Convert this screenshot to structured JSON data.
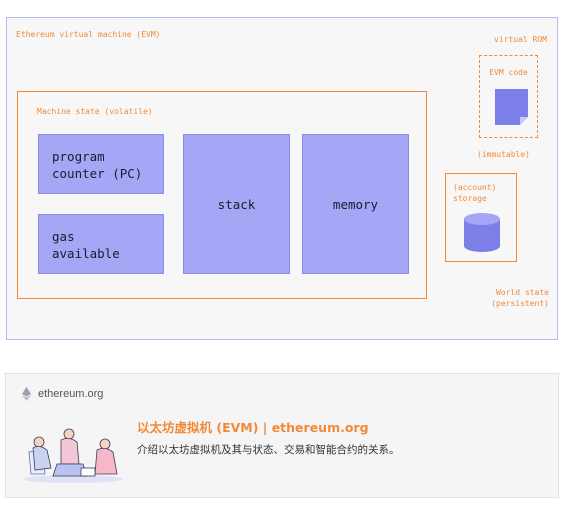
{
  "diagram": {
    "evm_title": "Ethereum virtual machine (EVM)",
    "rom_title": "virtual ROM",
    "rom_code_label": "EVM code",
    "immutable_label": "(immutable)",
    "machine_state_title": "Machine state (volatile)",
    "blocks": {
      "pc": [
        "program",
        "counter (PC)"
      ],
      "gas": [
        "gas",
        "available"
      ],
      "stack": "stack",
      "memory": "memory"
    },
    "storage_label": [
      "(account)",
      "storage"
    ],
    "world_state_label": [
      "World state",
      "(persistent)"
    ],
    "colors": {
      "accent": "#f08a3a",
      "block": "#a5a6f5",
      "border": "#b6b9ef",
      "cylinder": "#7d7fe8"
    }
  },
  "link_card": {
    "site": "ethereum.org",
    "site_icon": "ethereum-logo-icon",
    "title": "以太坊虚拟机 (EVM) | ethereum.org",
    "description": "介绍以太坊虚拟机及其与状态、交易和智能合约的关系。"
  }
}
